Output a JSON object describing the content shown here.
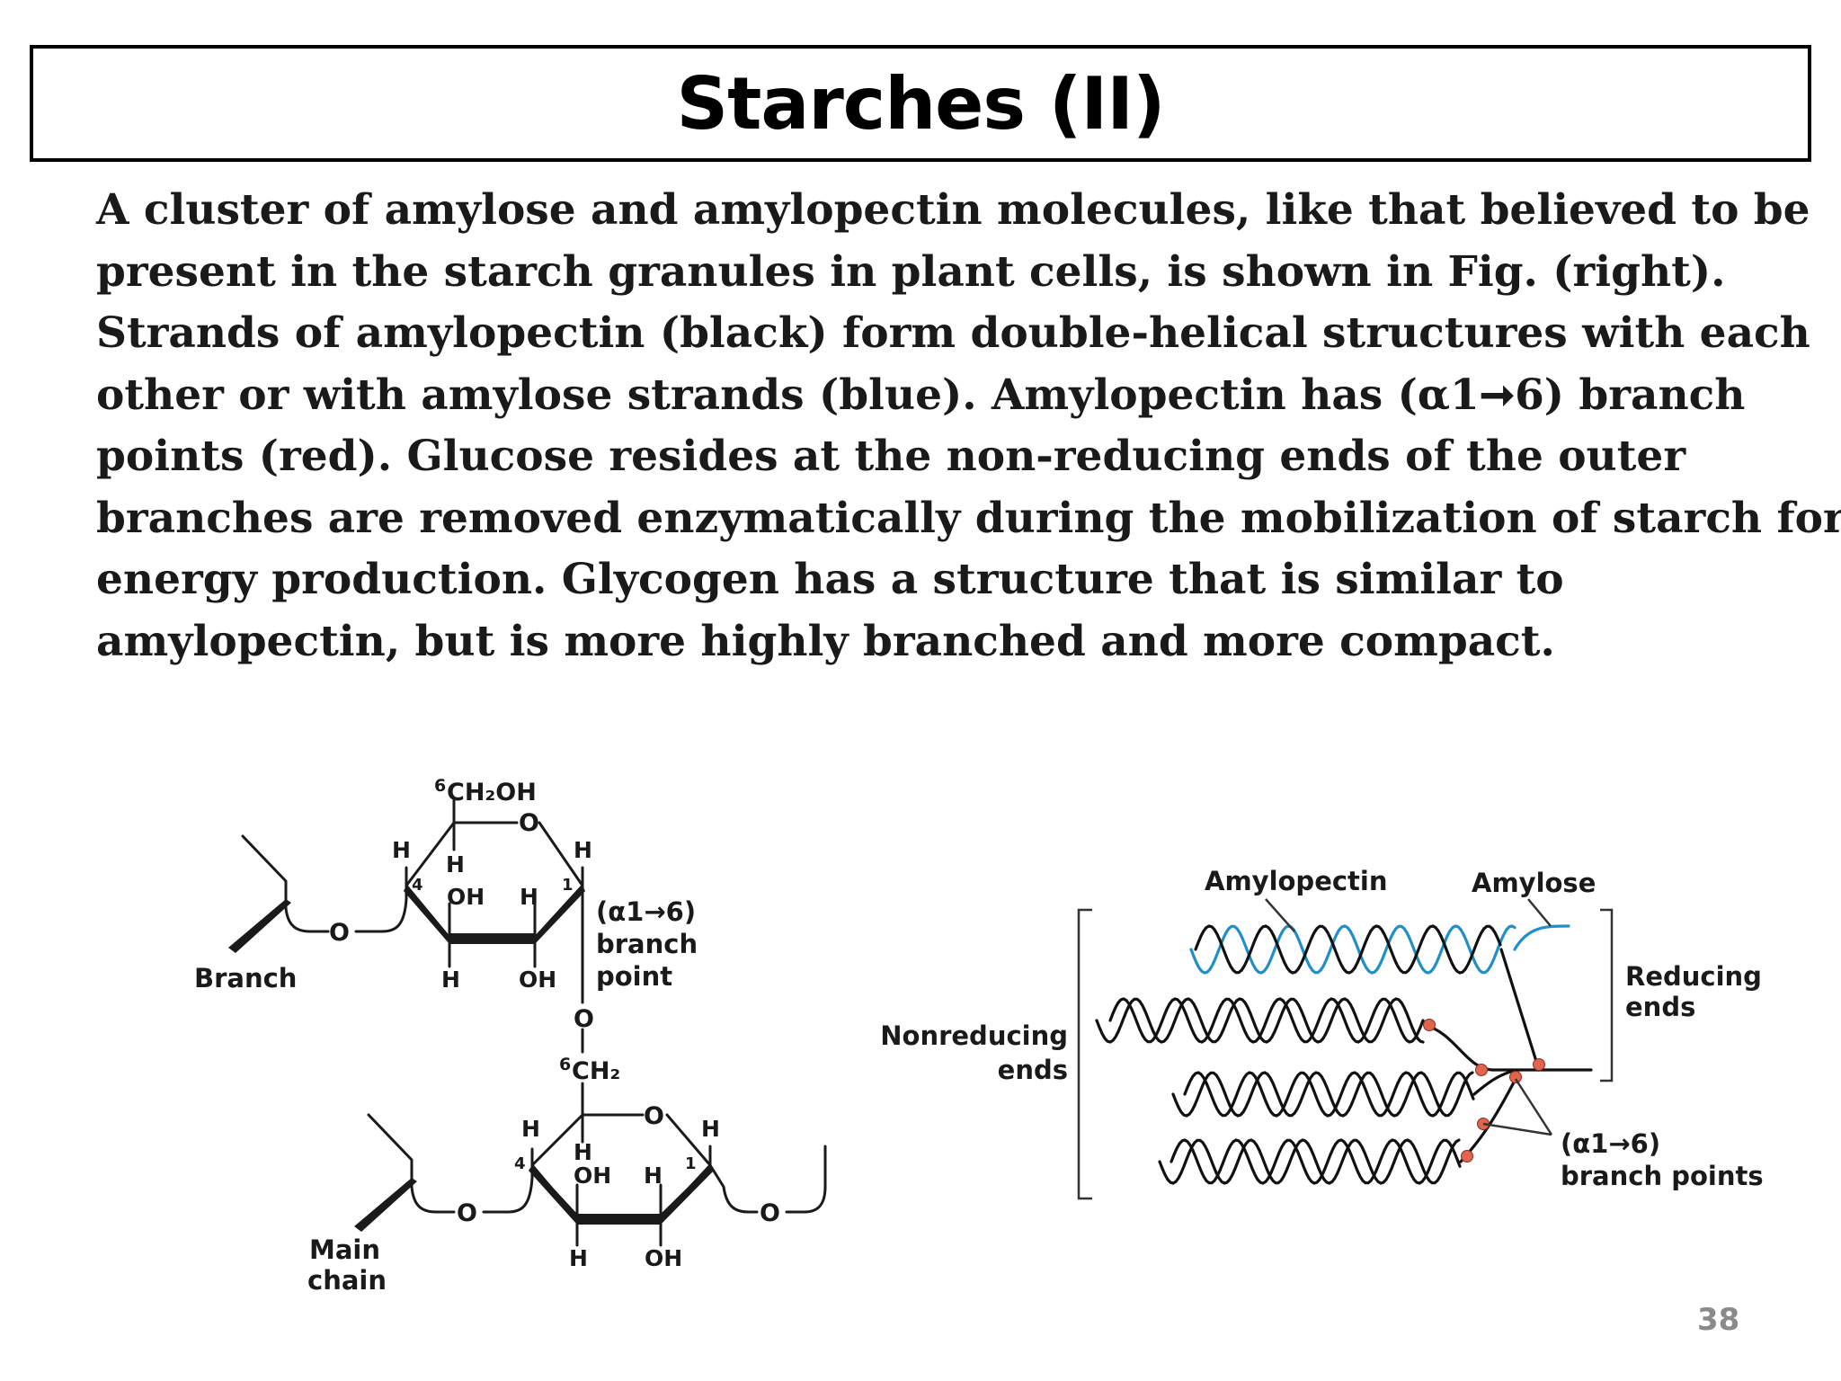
{
  "slide": {
    "title": "Starches (II)",
    "body_lines": [
      "A cluster of  amylose and amylopectin molecules, like that believed to be",
      "present in the starch granules in plant cells, is shown in Fig. (right).",
      "Strands of  amylopectin (black) form double-helical structures with each",
      "other or with amylose strands (blue). Amylopectin has (α1➞6) branch",
      "points (red). Glucose resides at the non-reducing ends of  the outer",
      "branches are removed enzymatically during the mobilization of  starch for",
      "energy production. Glycogen has a structure that is similar to",
      "amylopectin, but is more highly branched and more compact."
    ],
    "page_number": "38"
  },
  "left_figure": {
    "ch2oh": "CH₂OH",
    "ch2": "CH₂",
    "num_6": "6",
    "num_4": "4",
    "num_1": "1",
    "h": "H",
    "oh": "OH",
    "o": "O",
    "branch_link_line1": "(α1→6)",
    "branch_link_line2": "branch",
    "branch_link_line3": "point",
    "branch_label": "Branch",
    "main_chain_line1": "Main",
    "main_chain_line2": "chain"
  },
  "right_figure": {
    "amylopectin_label": "Amylopectin",
    "amylose_label": "Amylose",
    "reducing_line1": "Reducing",
    "reducing_line2": "ends",
    "nonreducing_line1": "Nonreducing",
    "nonreducing_line2": "ends",
    "branch_points_line1": "(α1→6)",
    "branch_points_line2": "branch points",
    "colors": {
      "amylose": "#1f8fc8",
      "amylopectin": "#111111",
      "branch_point": "#e0654f"
    }
  }
}
